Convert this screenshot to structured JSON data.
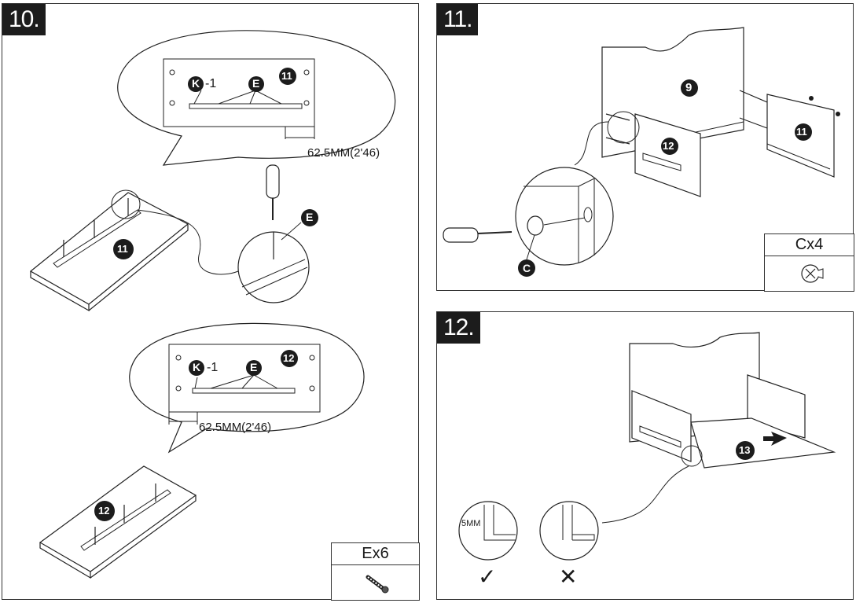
{
  "steps": {
    "s10": "10.",
    "s11": "11.",
    "s12": "12."
  },
  "labels": {
    "k_minus_1": "-1",
    "letter_k": "K",
    "letter_e": "E",
    "letter_c": "C",
    "part_9": "9",
    "part_11": "11",
    "part_12": "12",
    "part_13": "13",
    "dim_1": "62.5MM(2'46)",
    "dim_2": "62.5MM(2'46)",
    "gap_5mm": "5MM"
  },
  "hardware": {
    "screws": "Ex6",
    "cams": "Cx4"
  },
  "marks": {
    "correct": "✓",
    "wrong": "✕"
  }
}
